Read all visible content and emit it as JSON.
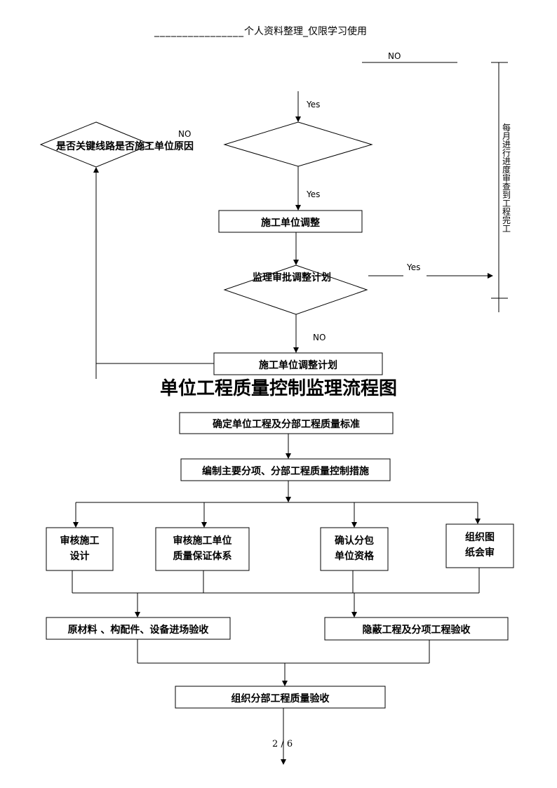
{
  "header": {
    "dashes": "________________",
    "text": "个人资料整理_仅限学习使用"
  },
  "upper_flow": {
    "no_top": "NO",
    "yes_1": "Yes",
    "diamond_left": "是否关键线路是否施工单位原因",
    "no_left": "NO",
    "yes_2": "Yes",
    "box_adjust": "施工单位调整",
    "diamond_review": "监理审批调整计划",
    "yes_right": "Yes",
    "no_down": "NO",
    "box_plan": "施工单位调整计划",
    "vertical_text": "每月进行进度审查到工程完工"
  },
  "title": "单位工程质量控制监理流程图",
  "lower_flow": {
    "box_standard": "确定单位工程及分部工程质量标准",
    "box_measures": "编制主要分项、分部工程质量控制措施",
    "branch_1": [
      "审核施工",
      "设计"
    ],
    "branch_2": [
      "审核施工单位",
      "质量保证体系"
    ],
    "branch_3": [
      "确认分包",
      "单位资格"
    ],
    "branch_4": [
      "组织图",
      "纸会审"
    ],
    "box_materials": "原材料 、构配件、设备进场验收",
    "box_hidden": "隐蔽工程及分项工程验收",
    "box_final": "组织分部工程质量验收"
  },
  "page_number": "2 / 6"
}
